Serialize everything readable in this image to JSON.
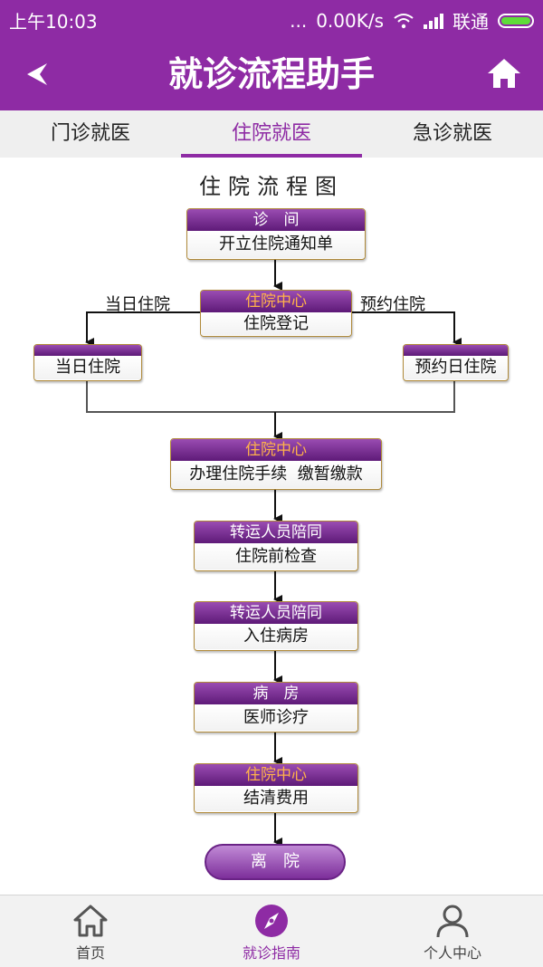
{
  "status_bar": {
    "time": "上午10:03",
    "dots": "...",
    "speed": "0.00K/s",
    "carrier": "联通"
  },
  "header": {
    "title": "就诊流程助手"
  },
  "tabs": [
    {
      "label": "门诊就医"
    },
    {
      "label": "住院就医",
      "active": true
    },
    {
      "label": "急诊就医"
    }
  ],
  "flow": {
    "title": "住院流程图",
    "step1": {
      "head": "诊　间",
      "body": "开立住院通知单"
    },
    "step2": {
      "head": "住院中心",
      "body": "住院登记"
    },
    "branch_left_label": "当日住院",
    "branch_right_label": "预约住院",
    "left_box": "当日住院",
    "right_box": "预约日住院",
    "step3": {
      "head": "住院中心",
      "body": "办理住院手续  缴暂缴款"
    },
    "step4": {
      "head": "转运人员陪同",
      "body": "住院前检查"
    },
    "step5": {
      "head": "转运人员陪同",
      "body": "入住病房"
    },
    "step6": {
      "head": "病　房",
      "body": "医师诊疗"
    },
    "step7": {
      "head": "住院中心",
      "body": "结清费用"
    },
    "final": "离　院"
  },
  "bottom_nav": [
    {
      "label": "首页",
      "icon": "home-outline-icon"
    },
    {
      "label": "就诊指南",
      "icon": "compass-icon",
      "active": true
    },
    {
      "label": "个人中心",
      "icon": "person-icon"
    }
  ],
  "colors": {
    "primary": "#8e2ba4",
    "accent_orange": "#ffb24a"
  }
}
